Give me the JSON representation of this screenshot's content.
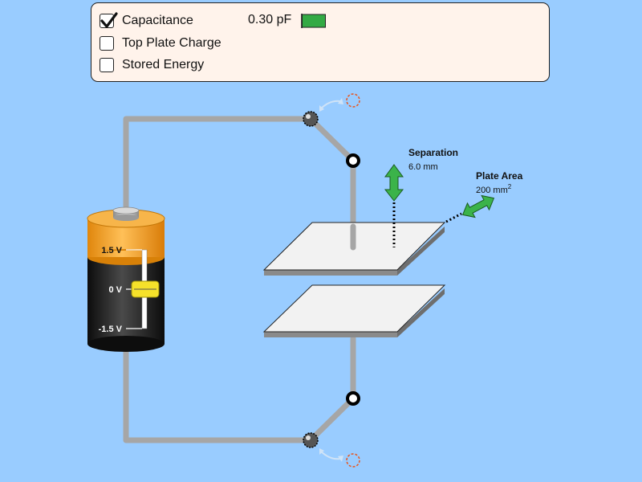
{
  "checkboxes": [
    {
      "label": "Capacitance",
      "checked": true
    },
    {
      "label": "Top Plate Charge",
      "checked": false
    },
    {
      "label": "Stored Energy",
      "checked": false
    }
  ],
  "capacitance": {
    "value": "0.30 pF",
    "meter_color": "#33aa44"
  },
  "separation": {
    "title": "Separation",
    "value": "6.0 mm"
  },
  "plate_area": {
    "title": "Plate Area",
    "value": "200 mm",
    "superscript": "2"
  },
  "battery": {
    "tick_top": "1.5 V",
    "tick_mid": "0 V",
    "tick_bottom": "-1.5 V",
    "slider_level": 0.5,
    "top_color": "#f7a21c",
    "body_color": "#1b1b1b",
    "knob_color": "#f5e12a"
  },
  "colors": {
    "background": "#99ccff",
    "wire": "#a6a6a6",
    "arrow": "#3bb34a",
    "plate": "#f2f2f2"
  }
}
